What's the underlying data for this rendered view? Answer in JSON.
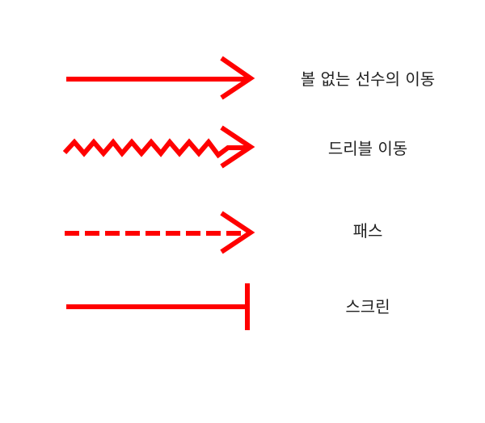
{
  "colors": {
    "stroke": "#ff0000",
    "text": "#222222"
  },
  "legend": [
    {
      "symbol": "solid-arrow",
      "label": "볼 없는 선수의 이동"
    },
    {
      "symbol": "zigzag-arrow",
      "label": "드리블 이동"
    },
    {
      "symbol": "dashed-arrow",
      "label": "패스"
    },
    {
      "symbol": "t-bar",
      "label": "스크린"
    }
  ]
}
